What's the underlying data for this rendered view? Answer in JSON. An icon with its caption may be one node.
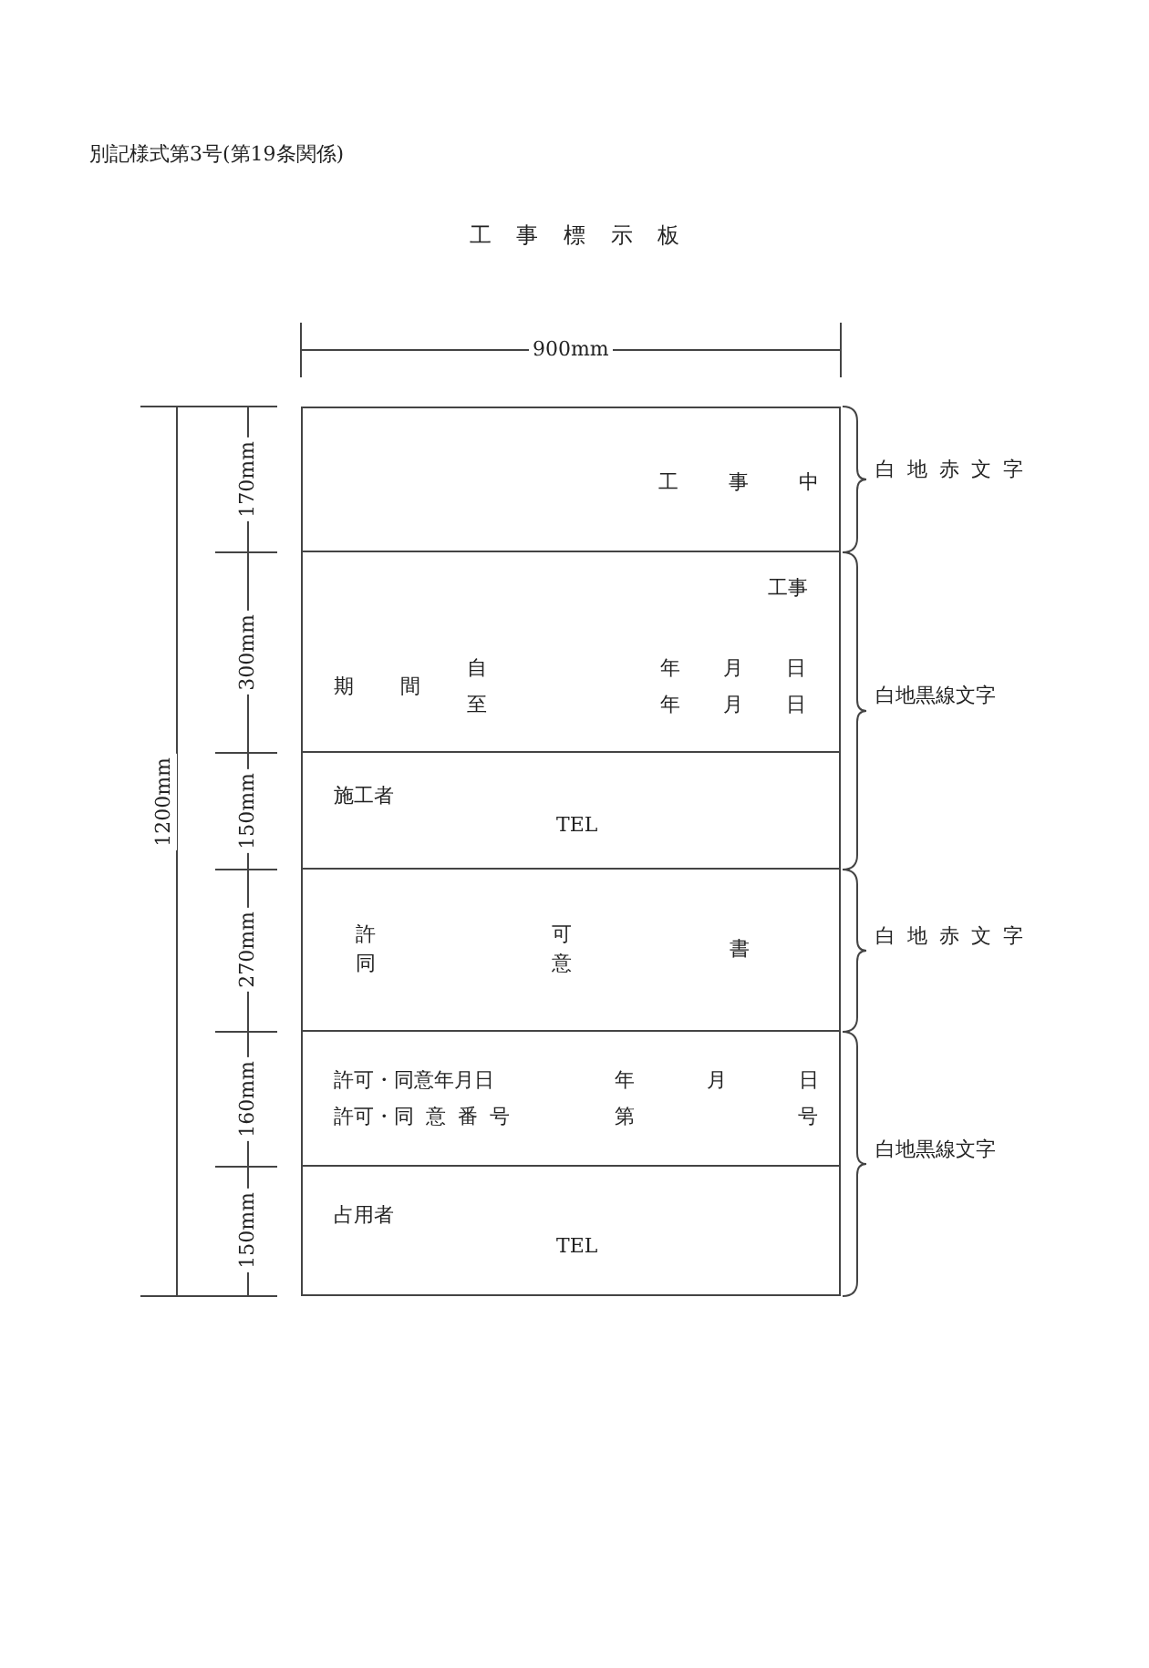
{
  "diagram": {
    "title": "工 事 標 示 板",
    "nodes": [
      {
        "text": [
          "工 事 中"
        ]
      },
      {
        "text": [
          "工事",
          "期 間",
          "自",
          "至",
          "年 月 日",
          "年 月 日"
        ]
      },
      {
        "text": [
          "施工者",
          "TEL"
        ]
      },
      {
        "text": [
          "許 可",
          "同 意",
          "書"
        ]
      },
      {
        "text": [
          "許可・同意年月日",
          "年 月 日",
          "許可・同 意 番 号",
          "第 号"
        ]
      },
      {
        "text": [
          "占用者",
          "TEL"
        ]
      }
    ],
    "labels": [
      "別記様式第3号(第19条関係)",
      "900mm",
      "1200mm",
      "170mm",
      "300mm",
      "150mm",
      "270mm",
      "160mm",
      "150mm",
      "白 地 赤 文 字",
      "白地黒線文字",
      "白 地 赤 文 字",
      "白地黒線文字"
    ]
  }
}
